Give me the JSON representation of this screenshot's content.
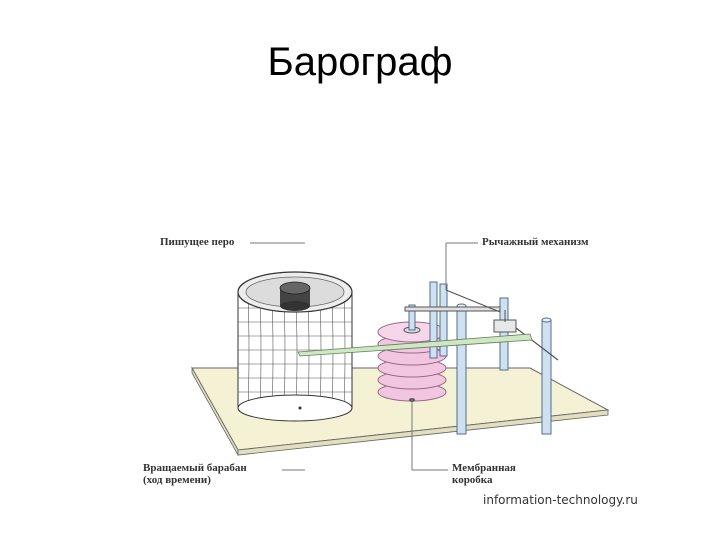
{
  "slide": {
    "title": "Барограф"
  },
  "diagram": {
    "labels": {
      "pen": "Пишущее перо",
      "lever": "Рычажный механизм",
      "drum_line1": "Вращаемый барабан",
      "drum_line2": "(ход времени)",
      "box_line1": "Мембранная",
      "box_line2": "коробка"
    },
    "source": "information-technology.ru",
    "colors": {
      "base": "#f4f1d4",
      "drum_grid": "#555555",
      "membrane": "#f2c6e0",
      "membrane_edge": "#9a6a88",
      "rod": "#cfe0f0",
      "rod_edge": "#4f6f8f",
      "arm": "#cfe7c4"
    }
  }
}
